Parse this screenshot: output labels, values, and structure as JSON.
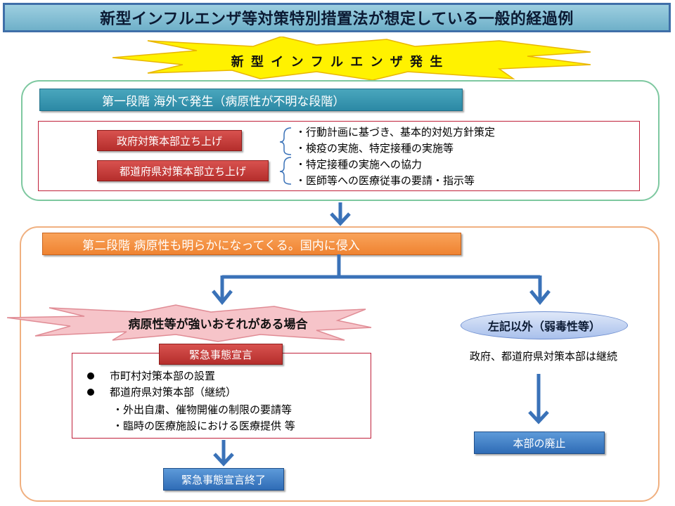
{
  "title": "新型インフルエンザ等対策特別措置法が想定している一般的経過例",
  "outbreak": "新 型 イ ン フ ル エ ン ザ 発 生",
  "stage1": {
    "title": "第一段階 海外で発生（病原性が不明な段階）",
    "gov_hq": "政府対策本部立ち上げ",
    "pref_hq": "都道府県対策本部立ち上げ",
    "gov_items": [
      "・行動計画に基づき、基本的対処方針策定",
      "・検疫の実施、特定接種の実施等"
    ],
    "pref_items": [
      "・特定接種の実施への協力",
      "・医師等への医療従事の要請・指示等"
    ]
  },
  "stage2": {
    "title": "第二段階 病原性も明らかになってくる。国内に侵入",
    "severe_case": "病原性等が強いおそれがある場合",
    "emergency": "緊急事態宣言",
    "measures": [
      "市町村対策本部の設置",
      "都道府県対策本部（継続）"
    ],
    "sub_measures": [
      "・外出自粛、催物開催の制限の要請等",
      "・臨時の医療施設における医療提供 等"
    ],
    "emergency_end": "緊急事態宣言終了",
    "other_case": "左記以外（弱毒性等）",
    "continue_text": "政府、都道府県対策本部は継続",
    "abolish": "本部の廃止"
  },
  "colors": {
    "title_bg": "#7fbfd4",
    "stage1_bg": "#2c89a5",
    "stage2_bg": "#ef8331",
    "red_button": "#c0393b",
    "blue_button": "#3f7cc4",
    "arrow": "#3a72b8",
    "burst_fill": "#fff200",
    "burst_pink": "#f6c4c9"
  }
}
